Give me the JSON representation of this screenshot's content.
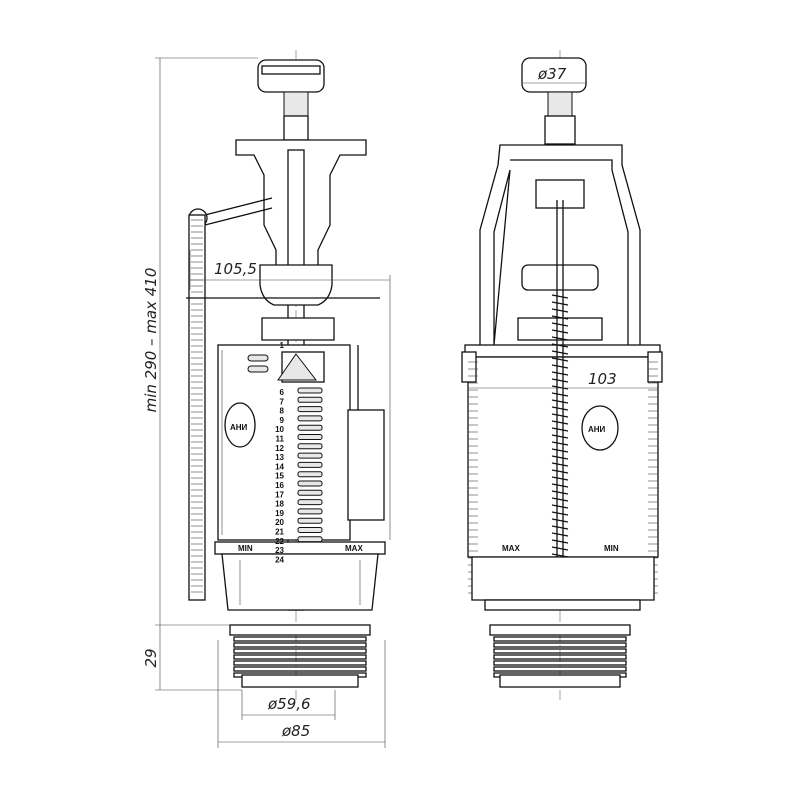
{
  "dimensions": {
    "height_range": "min 290 – max 410",
    "lever_offset": "105,5",
    "thread_height": "29",
    "inner_diameter": "ø59,6",
    "outer_diameter": "ø85",
    "button_diameter": "ø37",
    "body_width": "103"
  },
  "labels": {
    "min_left": "MIN",
    "max_left": "MAX",
    "max_right": "MAX",
    "min_right": "MIN",
    "logo": "АНИ"
  },
  "scale_numbers": [
    "1",
    "6",
    "7",
    "8",
    "9",
    "10",
    "11",
    "12",
    "13",
    "14",
    "15",
    "16",
    "17",
    "18",
    "19",
    "20",
    "21",
    "22",
    "23",
    "24"
  ]
}
